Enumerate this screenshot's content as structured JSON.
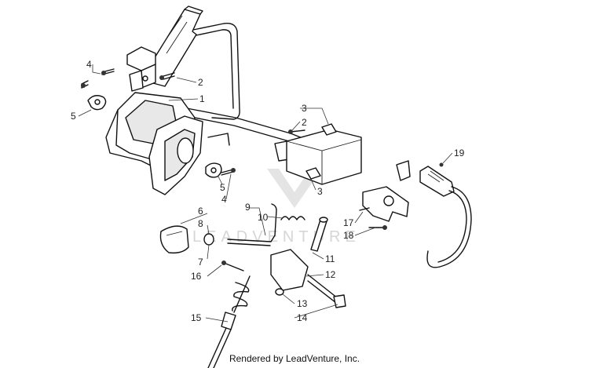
{
  "watermark": "LEADVENTURE",
  "footer": "Rendered by LeadVenture, Inc.",
  "callouts": {
    "c1": "1",
    "c2a": "2",
    "c2b": "2",
    "c3a": "3",
    "c3b": "3",
    "c4a": "4",
    "c4b": "4",
    "c5a": "5",
    "c5b": "5",
    "c6": "6",
    "c7": "7",
    "c8": "8",
    "c9": "9",
    "c10": "10",
    "c11": "11",
    "c12": "12",
    "c13": "13",
    "c14": "14",
    "c15": "15",
    "c16": "16",
    "c17": "17",
    "c18": "18",
    "c19": "19"
  }
}
